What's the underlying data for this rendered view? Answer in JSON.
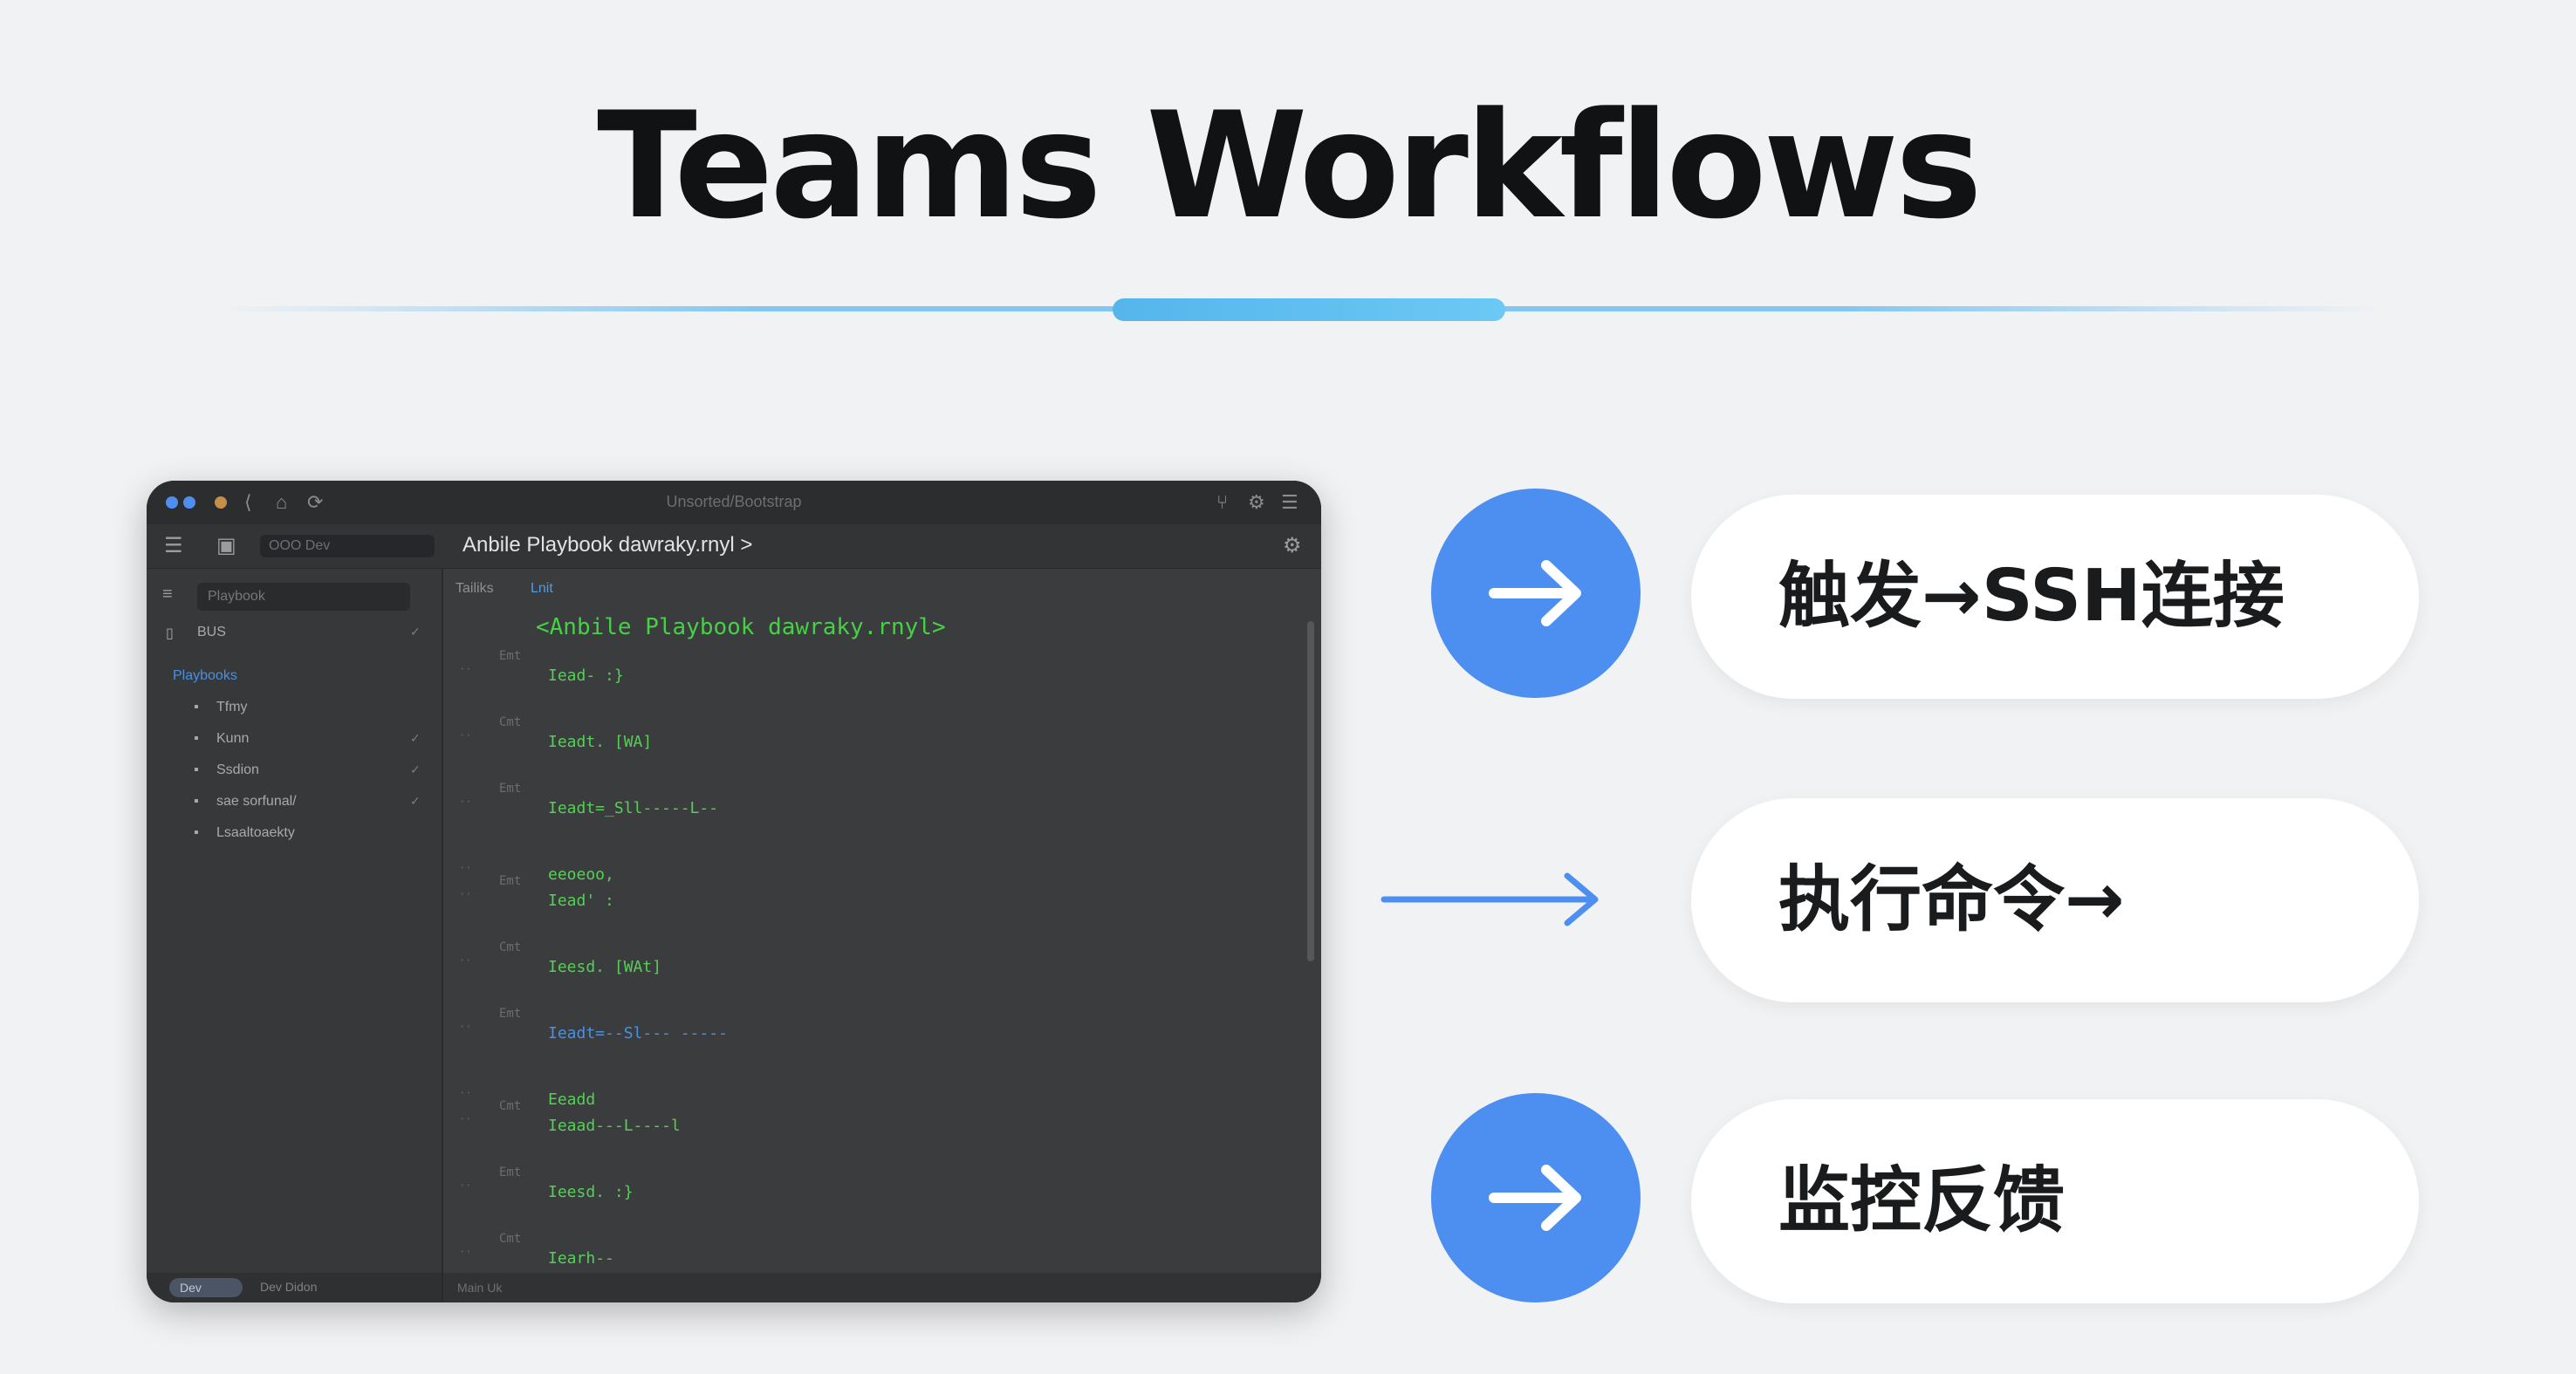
{
  "page": {
    "title": "Teams Workflows"
  },
  "ide": {
    "window_title": "Unsorted/Bootstrap",
    "tab_title": "Anbile Playbook dawraky.rnyl >",
    "toolbar_field": "OOO  Dev",
    "sidebar": {
      "search_placeholder": "Playbook",
      "items": [
        {
          "label": "BUS",
          "accent": false
        },
        {
          "label": "Playbooks",
          "accent": true
        },
        {
          "label": "Tfmy",
          "accent": false
        },
        {
          "label": "Kunn",
          "accent": false
        },
        {
          "label": "Ssdion",
          "accent": false
        },
        {
          "label": "sae sorfunal/",
          "accent": false
        },
        {
          "label": "Lsaaltoaekty",
          "accent": false
        }
      ],
      "footer_button": "Dev",
      "footer_text": "Dev  Didon"
    },
    "editor": {
      "header_left": "Tailiks",
      "header_right": "Lnit",
      "code_heading": "<Anbile Playbook dawraky.rnyl>",
      "lines": [
        {
          "kw": "Emt",
          "code": "Iead- :}",
          "color": "green"
        },
        {
          "kw": "Cmt",
          "code": "Ieadt. [WA]",
          "color": "green"
        },
        {
          "kw": "Emt",
          "code": "Ieadt=_Sll-----L--",
          "color": "green"
        },
        {
          "kw": "",
          "code": "eeoeoo,",
          "color": "green"
        },
        {
          "kw": "Emt",
          "code": "Iead' :",
          "color": "green"
        },
        {
          "kw": "Cmt",
          "code": "Ieesd. [WAt]",
          "color": "green"
        },
        {
          "kw": "Emt",
          "code": "Ieadt=--Sl--- -----",
          "color": "blue"
        },
        {
          "kw": "",
          "code": "Eeadd",
          "color": "green"
        },
        {
          "kw": "Cmt",
          "code": "Ieaad---L----l",
          "color": "green"
        },
        {
          "kw": "Emt",
          "code": "Ieesd. :}",
          "color": "green"
        },
        {
          "kw": "Cmt",
          "code": "Iearh--",
          "color": "green"
        }
      ],
      "footer_text": "Main  Uk"
    }
  },
  "steps": [
    {
      "label": "触发→SSH连接",
      "has_circle": true
    },
    {
      "label": "执行命令→",
      "has_circle": false
    },
    {
      "label": "监控反馈",
      "has_circle": true
    }
  ],
  "colors": {
    "accent_blue": "#4d8ff0",
    "divider_blue": "#55b6ec",
    "code_green": "#54d154",
    "background": "#f1f2f4"
  },
  "icons": [
    "arrow-right-icon",
    "long-arrow-right-icon",
    "search-icon",
    "folder-icon",
    "file-icon",
    "settings-icon"
  ]
}
